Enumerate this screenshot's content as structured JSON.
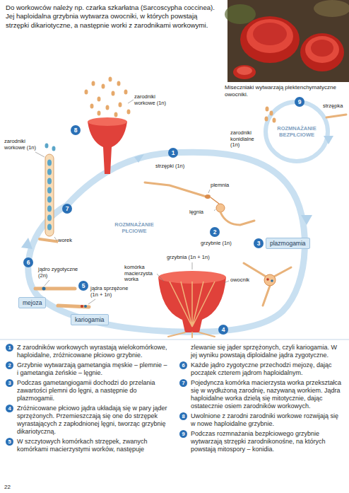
{
  "diagram": {
    "nodes": [
      {
        "text": [
          "9"
        ]
      },
      {
        "text": [
          "8"
        ]
      },
      {
        "text": [
          "1"
        ]
      },
      {
        "text": [
          "7"
        ]
      },
      {
        "text": [
          "2"
        ]
      },
      {
        "text": [
          "3"
        ]
      },
      {
        "text": [
          "plazmogamia"
        ]
      },
      {
        "text": [
          "6"
        ]
      },
      {
        "text": [
          "5"
        ]
      },
      {
        "text": [
          "mejoza"
        ]
      },
      {
        "text": [
          "kariogamia"
        ]
      },
      {
        "text": [
          "4"
        ]
      },
      {
        "text": [
          "1"
        ]
      },
      {
        "text": [
          "2"
        ]
      },
      {
        "text": [
          "3"
        ]
      },
      {
        "text": [
          "4"
        ]
      },
      {
        "text": [
          "5"
        ]
      },
      {
        "text": [
          "6"
        ]
      },
      {
        "text": [
          "7"
        ]
      },
      {
        "text": [
          "8"
        ]
      },
      {
        "text": [
          "9"
        ]
      }
    ],
    "labels": [
      "Do workowców należy np. czarka szkarłatna (Sarcoscypha coccinea). Jej haploidalna grzybnia wytwarza owocniki, w których powstają strzępki dikariotyczne, a następnie worki z zarodnikami workowymi.",
      "Miseczniaki wytwarzają plektenchymatyczne owocniki.",
      "zarodniki workowe (1n)",
      "zarodniki konidialne (1n)",
      "ROZMNAŻANIE BEZPŁCIOWE",
      "strzępka",
      "zarodniki workowe (1n)",
      "strzępki (1n)",
      "plemnia",
      "lęgnia",
      "grzybnie (1n)",
      "ROZMNAŻANIE PŁCIOWE",
      "worek",
      "jądro zygotyczne (2n)",
      "komórka macierzysta worka",
      "grzybnia (1n + 1n)",
      "jądra sprzężone (1n + 1n)",
      "owocnik",
      "Z zarodników workowych wyrastają wielokomórkowe, haploidalne, zróżnicowane płciowo grzybnie.",
      "Grzybnie wytwarzają gametangia męskie – plemnie – i gametangia żeńskie – lęgnie.",
      "Podczas gametangiogamii dochodzi do przelania zawartości plemni do lęgni, a następnie do plazmogamii.",
      "Zróżnicowane płciowo jądra układają się w pary jąder sprzężonych. Przemieszczają się one do strzępek wyrastających z zapłodnionej lęgni, tworząc grzybnię dikariotyczną.",
      "W szczytowych komórkach strzępek, zwanych komórkami macierzystymi worków, następuje zlewanie się jąder sprzężonych, czyli kariogamia. W jej wyniku powstają diploidalne jądra zygotyczne.",
      "Każde jądro zygotyczne przechodzi mejozę, dając początek czterem jądrom haploidalnym.",
      "Pojedyncza komórka macierzysta worka przekształca się w wydłużoną zarodnię, nazywaną workiem. Jądra haploidalne worka dzielą się mitotycznie, dając ostatecznie osiem zarodników workowych.",
      "Uwolnione z zarodni zarodniki workowe rozwijają się w nowe haploidalne grzybnie.",
      "Podczas rozmnażania bezpłciowego grzybnie wytwarzają strzępki zarodnikonośne, na których powstają mitospory – konidia.",
      "22"
    ]
  }
}
